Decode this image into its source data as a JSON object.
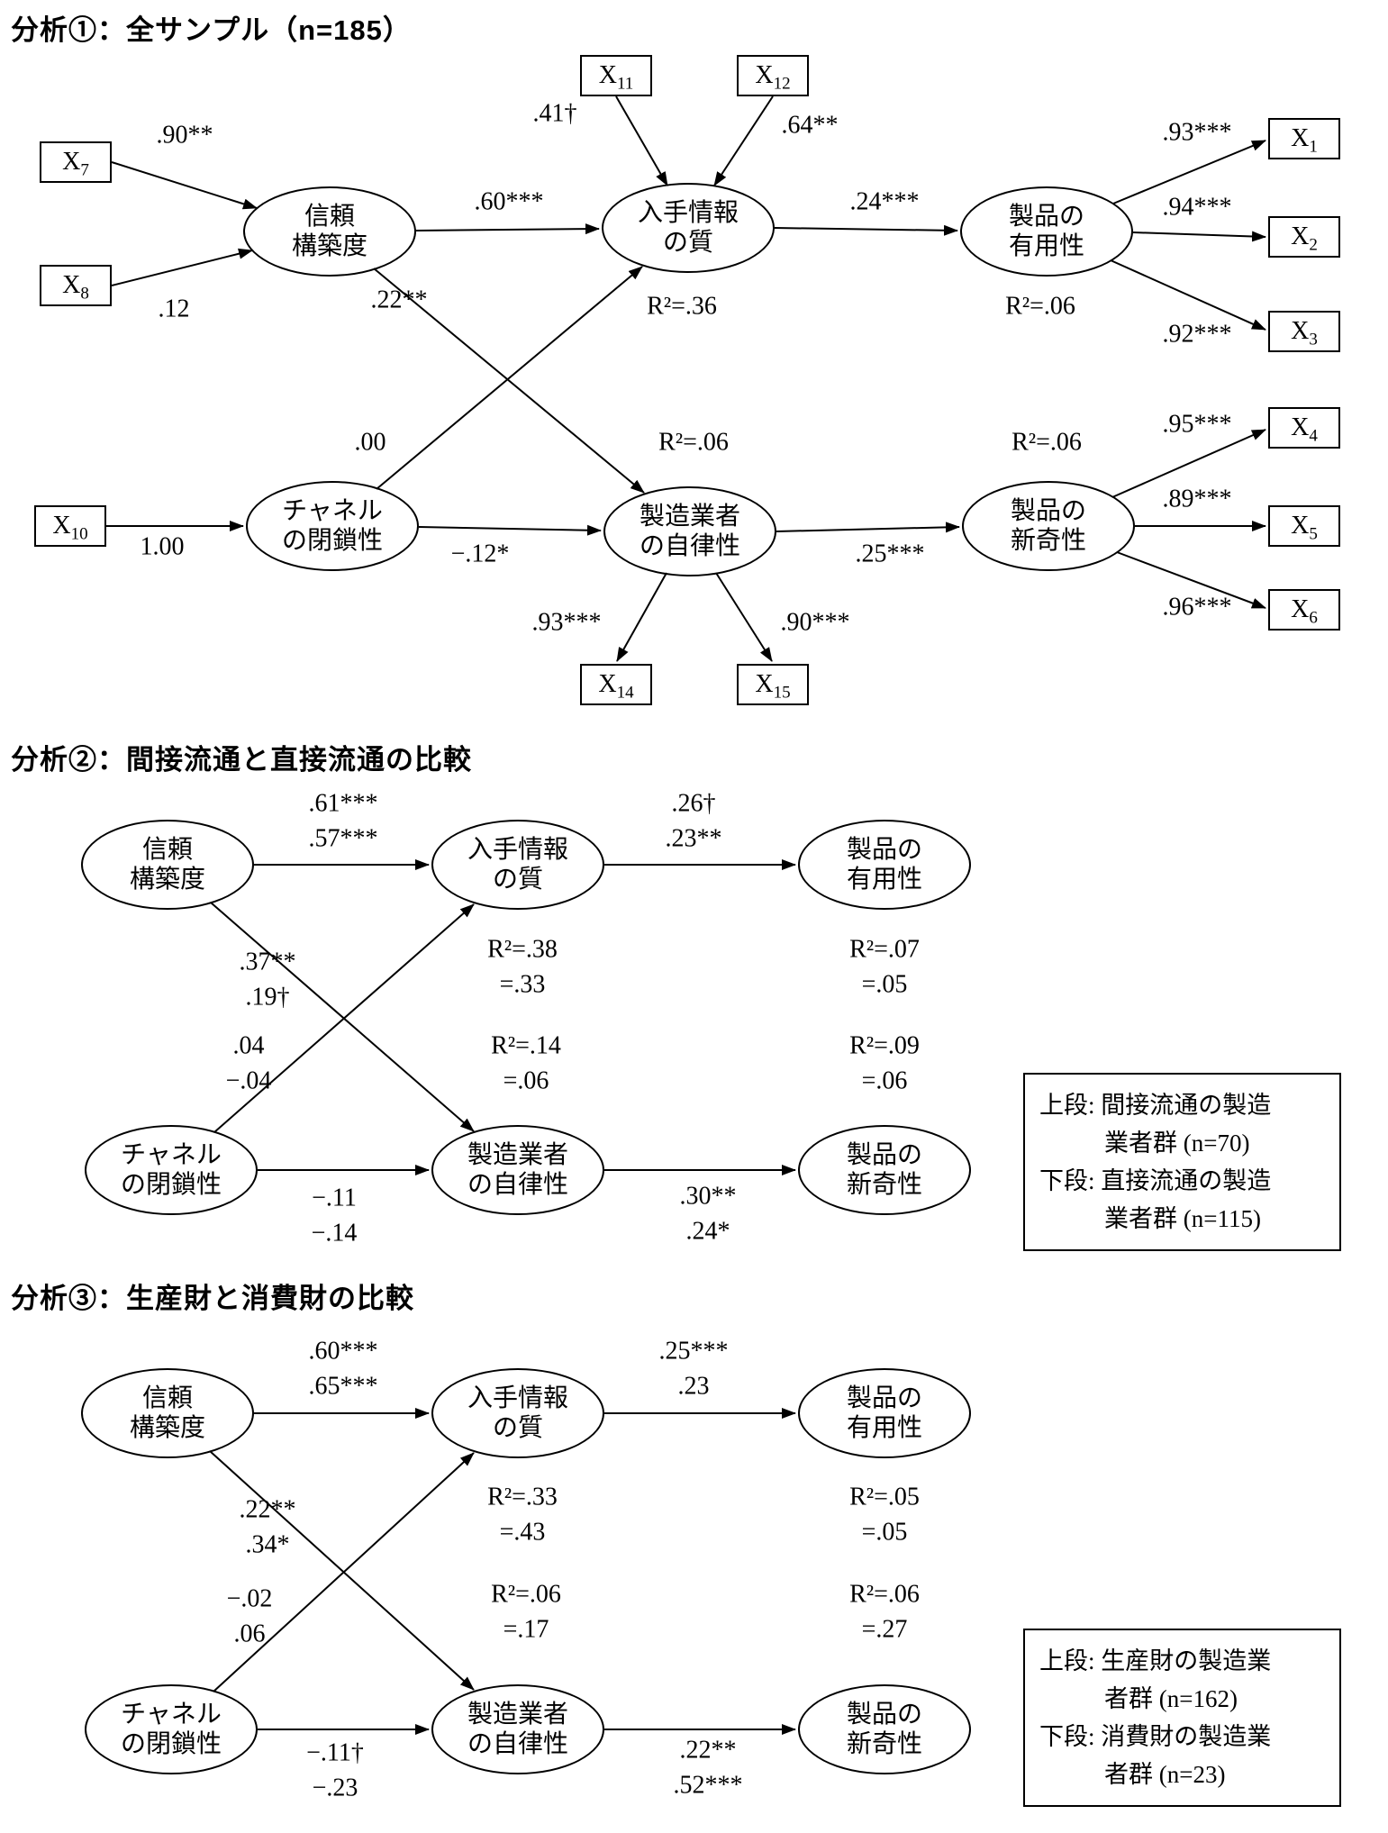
{
  "latents": {
    "trust": "信頼\n構築度",
    "channel": "チャネル\nの閉鎖性",
    "info": "入手情報\nの質",
    "autonomy": "製造業者\nの自律性",
    "useful": "製品の\n有用性",
    "novel": "製品の\n新奇性"
  },
  "a1": {
    "title": "分析①：全サンプル（n=185）",
    "ind": {
      "x1": {
        "b": "X",
        "s": "1"
      },
      "x2": {
        "b": "X",
        "s": "2"
      },
      "x3": {
        "b": "X",
        "s": "3"
      },
      "x4": {
        "b": "X",
        "s": "4"
      },
      "x5": {
        "b": "X",
        "s": "5"
      },
      "x6": {
        "b": "X",
        "s": "6"
      },
      "x7": {
        "b": "X",
        "s": "7"
      },
      "x8": {
        "b": "X",
        "s": "8"
      },
      "x10": {
        "b": "X",
        "s": "10"
      },
      "x11": {
        "b": "X",
        "s": "11"
      },
      "x12": {
        "b": "X",
        "s": "12"
      },
      "x14": {
        "b": "X",
        "s": "14"
      },
      "x15": {
        "b": "X",
        "s": "15"
      }
    },
    "loadings": {
      "x1": ".93***",
      "x2": ".94***",
      "x3": ".92***",
      "x4": ".95***",
      "x5": ".89***",
      "x6": ".96***",
      "x7": ".90**",
      "x8": ".12",
      "x10": "1.00",
      "x11": ".41†",
      "x12": ".64**",
      "x14": ".93***",
      "x15": ".90***"
    },
    "paths": {
      "trust_info": ".60***",
      "trust_autonomy": ".22**",
      "channel_info": ".00",
      "channel_autonomy": "−.12*",
      "info_useful": ".24***",
      "autonomy_novel": ".25***"
    },
    "r2": {
      "info": "R²=.36",
      "autonomy": "R²=.06",
      "useful": "R²=.06",
      "novel": "R²=.06"
    }
  },
  "a2": {
    "title": "分析②：間接流通と直接流通の比較",
    "paths": {
      "trust_info": ".61***\n.57***",
      "trust_autonomy": ".37**\n.19†",
      "channel_info": ".04\n−.04",
      "channel_autonomy": "−.11\n−.14",
      "info_useful": ".26†\n.23**",
      "autonomy_novel": ".30**\n.24*"
    },
    "r2": {
      "info": "R²=.38\n=.33",
      "autonomy": "R²=.14\n=.06",
      "useful": "R²=.07\n=.05",
      "novel": "R²=.09\n=.06"
    },
    "legend": [
      "上段: 間接流通の製造",
      "業者群 (n=70)",
      "下段: 直接流通の製造",
      "業者群 (n=115)"
    ]
  },
  "a3": {
    "title": "分析③：生産財と消費財の比較",
    "paths": {
      "trust_info": ".60***\n.65***",
      "trust_autonomy": ".22**\n.34*",
      "channel_info": "−.02\n.06",
      "channel_autonomy": "−.11†\n−.23",
      "info_useful": ".25***\n.23",
      "autonomy_novel": ".22**\n.52***"
    },
    "r2": {
      "info": "R²=.33\n=.43",
      "autonomy": "R²=.06\n=.17",
      "useful": "R²=.05\n=.05",
      "novel": "R²=.06\n=.27"
    },
    "legend": [
      "上段: 生産財の製造業",
      "者群 (n=162)",
      "下段: 消費財の製造業",
      "者群 (n=23)"
    ]
  }
}
